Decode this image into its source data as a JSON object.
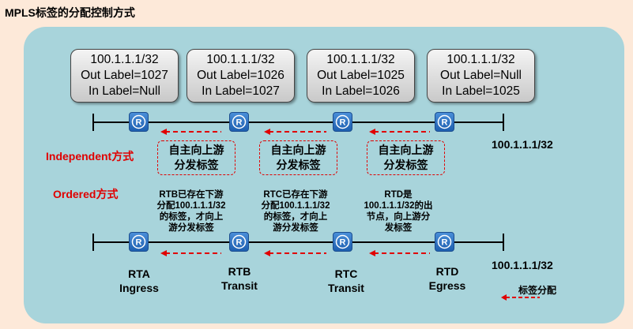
{
  "title": "MPLS标签的分配控制方式",
  "boxes": [
    {
      "prefix": "100.1.1.1/32",
      "out": "Out Label=1027",
      "in": "In Label=Null"
    },
    {
      "prefix": "100.1.1.1/32",
      "out": "Out Label=1026",
      "in": "In Label=1027"
    },
    {
      "prefix": "100.1.1.1/32",
      "out": "Out Label=1025",
      "in": "In Label=1026"
    },
    {
      "prefix": "100.1.1.1/32",
      "out": "Out Label=Null",
      "in": "In Label=1025"
    }
  ],
  "independent": {
    "label": "Independent方式",
    "notes": [
      {
        "l1": "自主向上游",
        "l2": "分发标签"
      },
      {
        "l1": "自主向上游",
        "l2": "分发标签"
      },
      {
        "l1": "自主向上游",
        "l2": "分发标签"
      }
    ],
    "dest": "100.1.1.1/32"
  },
  "ordered": {
    "label": "Ordered方式",
    "notes": [
      {
        "l1": "RTB已存在下游",
        "l2": "分配100.1.1.1/32",
        "l3": "的标签，才向上",
        "l4": "游分发标签"
      },
      {
        "l1": "RTC已存在下游",
        "l2": "分配100.1.1.1/32",
        "l3": "的标签，才向上",
        "l4": "游分发标签"
      },
      {
        "l1": "RTD是",
        "l2": "100.1.1.1/32的出",
        "l3": "节点，向上游分",
        "l4": "发标签"
      }
    ],
    "dest": "100.1.1.1/32"
  },
  "routers": [
    {
      "name": "RTA",
      "role": "Ingress"
    },
    {
      "name": "RTB",
      "role": "Transit"
    },
    {
      "name": "RTC",
      "role": "Transit"
    },
    {
      "name": "RTD",
      "role": "Egress"
    }
  ],
  "legend": "标签分配",
  "colors": {
    "background": "#fde9d9",
    "panel": "#a8d4db",
    "accent": "#e00000",
    "router": "#1d5fb0"
  }
}
